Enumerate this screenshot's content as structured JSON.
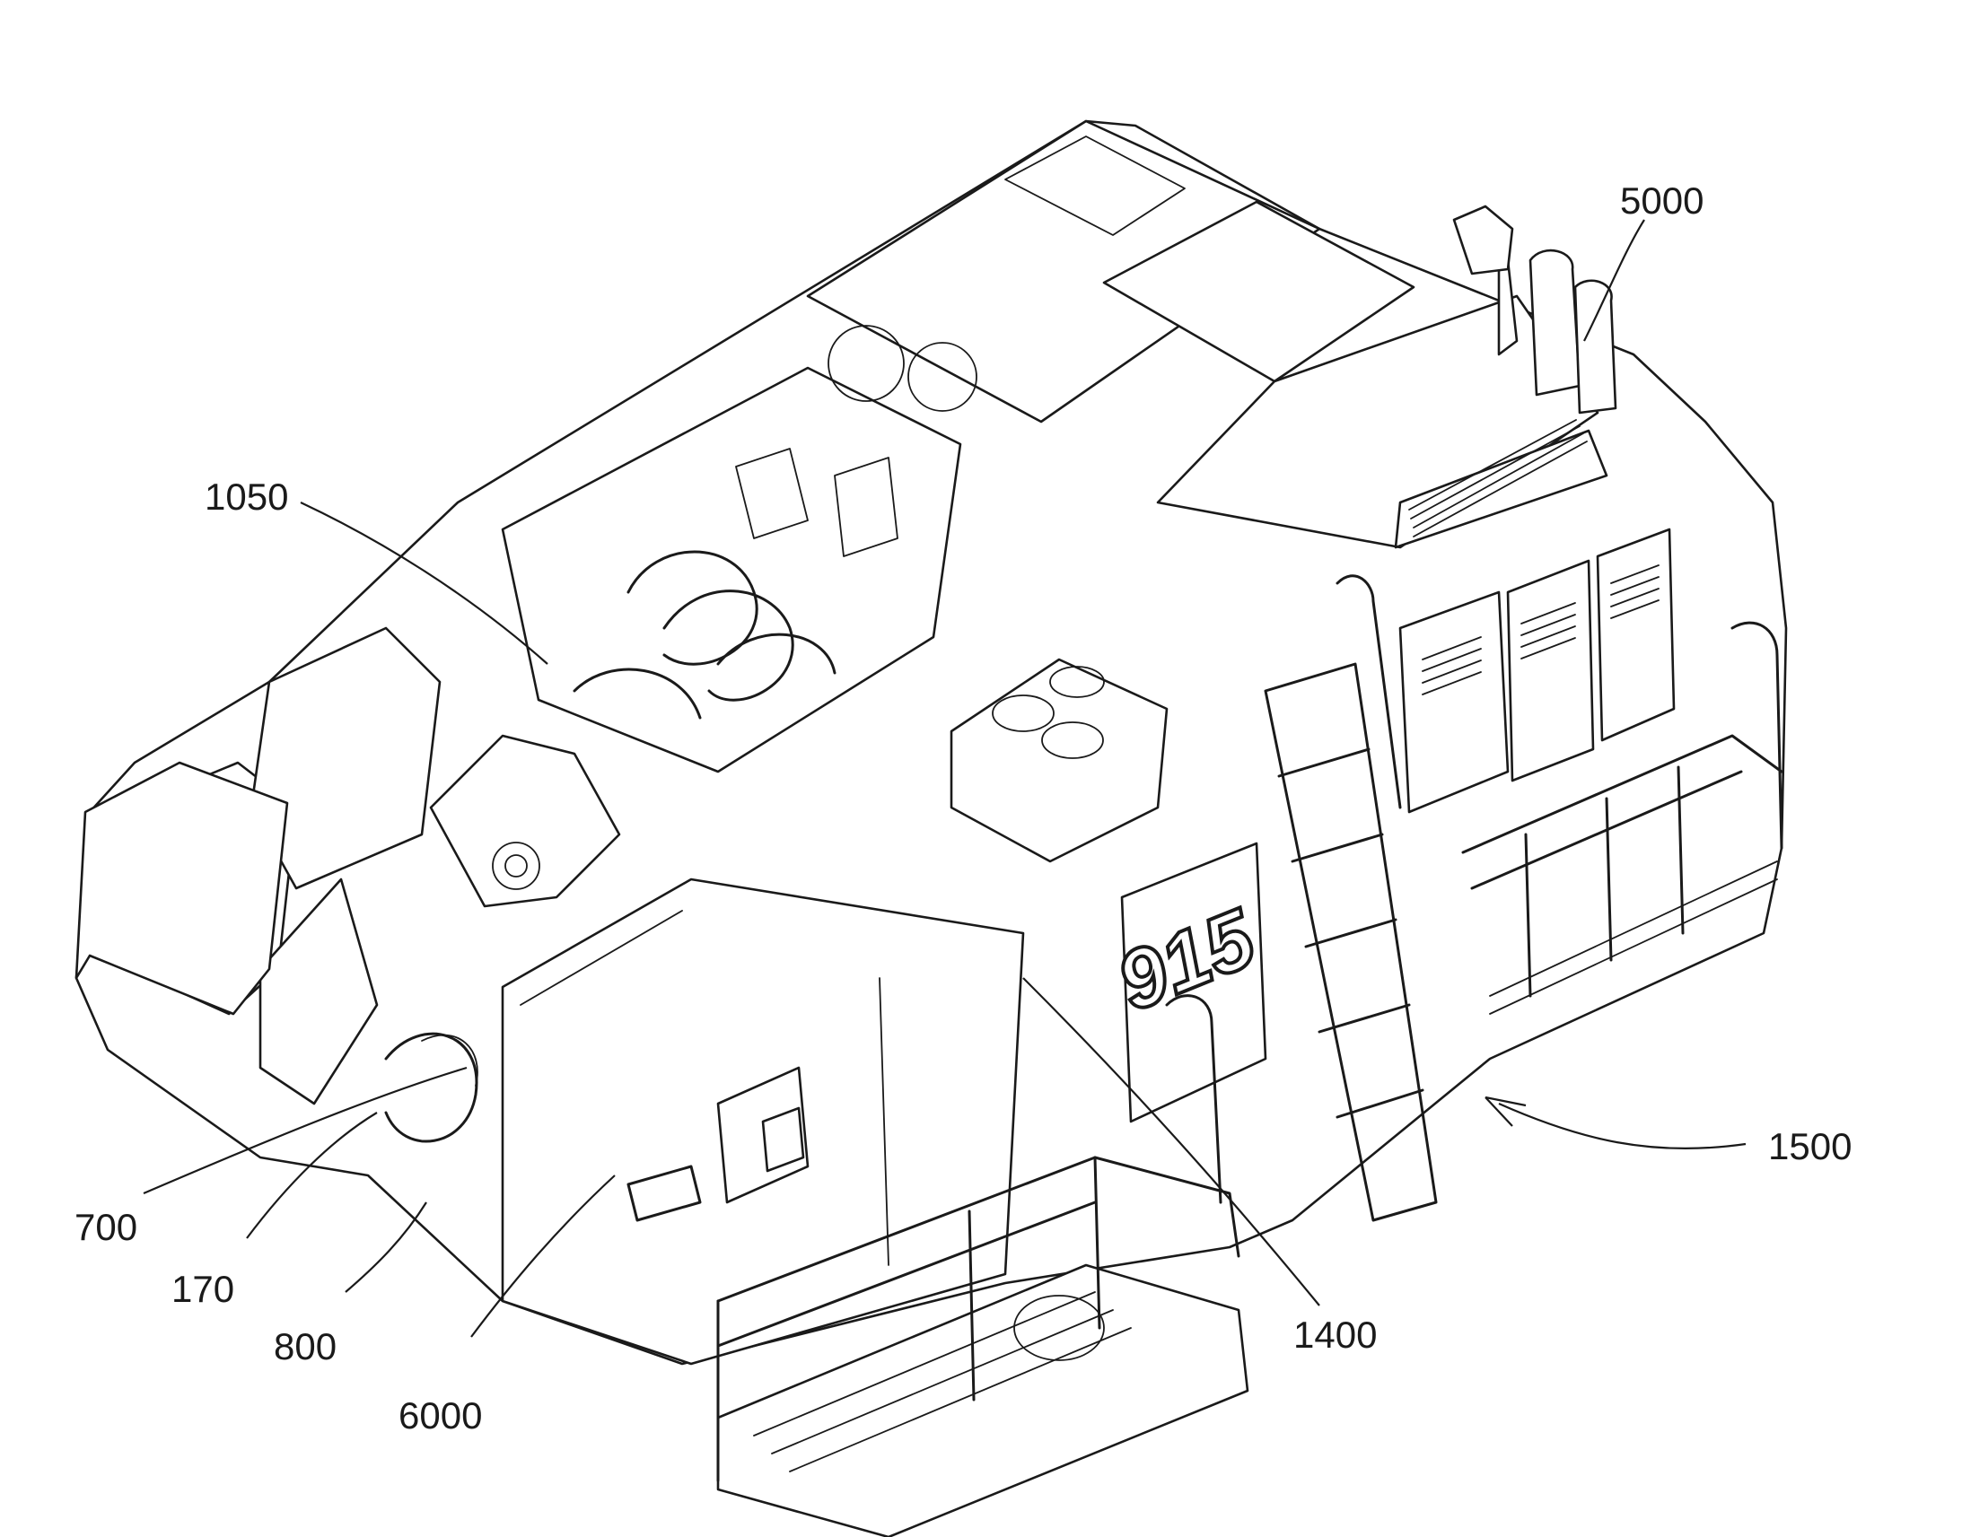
{
  "figure": {
    "model_badge": "915",
    "reference_numerals": [
      {
        "id": "5000",
        "text": "5000"
      },
      {
        "id": "1050",
        "text": "1050"
      },
      {
        "id": "1500",
        "text": "1500"
      },
      {
        "id": "700",
        "text": "700"
      },
      {
        "id": "170",
        "text": "170"
      },
      {
        "id": "800",
        "text": "800"
      },
      {
        "id": "6000",
        "text": "6000"
      },
      {
        "id": "1400",
        "text": "1400"
      }
    ]
  }
}
